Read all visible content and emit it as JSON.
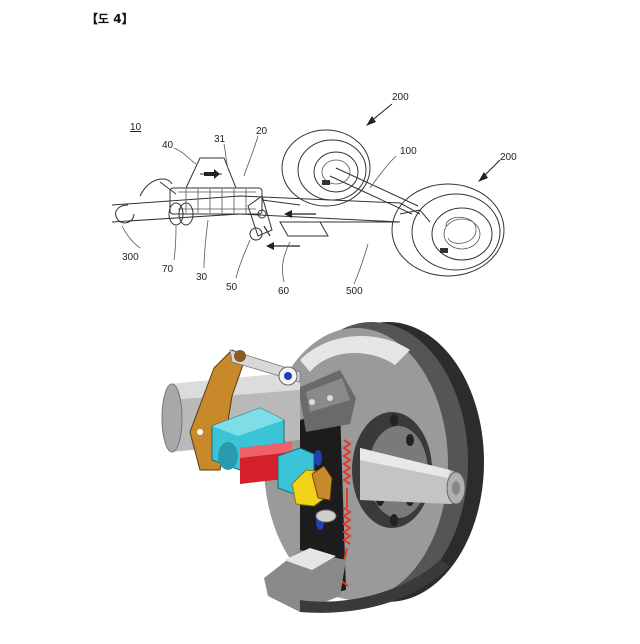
{
  "figure_label": "【도 4】",
  "reference_numerals": {
    "r10": "10",
    "r40": "40",
    "r31": "31",
    "r20": "20",
    "r200a": "200",
    "r200b": "200",
    "r100": "100",
    "r300": "300",
    "r70": "70",
    "r30": "30",
    "r50": "50",
    "r60": "60",
    "r500": "500"
  },
  "colors": {
    "lever": "#c8892a",
    "actuator": "#3bc4d6",
    "piston": "#d4202a",
    "cam": "#f2d21a",
    "spring": "#e03a2a",
    "pin": "#1f3fb4",
    "drum_dark": "#3a3a3a",
    "drum_mid": "#8c8c8c",
    "drum_light": "#d0d0d0"
  }
}
